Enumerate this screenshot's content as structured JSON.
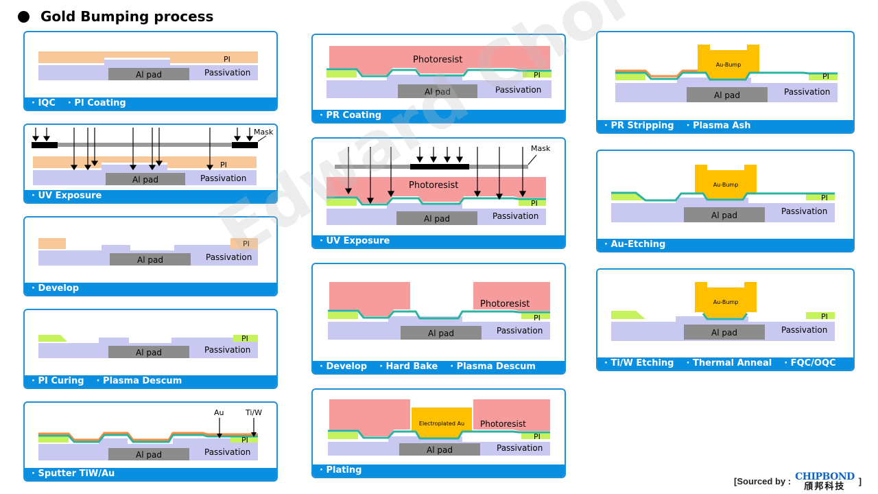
{
  "page": {
    "title": "Gold Bumping process"
  },
  "watermark": "Edward Choi",
  "source": {
    "prefix": "[Sourced by :",
    "suffix": "]",
    "logo_en": "CHIPBOND",
    "logo_zh": "頎邦科技"
  },
  "labels": {
    "pi": "PI",
    "passivation": "Passivation",
    "alpad": "Al pad",
    "mask": "Mask",
    "photoresist": "Photoresist",
    "aubump": "Au-Bump",
    "au": "Au",
    "tiw": "Ti/W",
    "electroplated": "Electroplated Au"
  },
  "steps": [
    {
      "id": "iqc",
      "captions": [
        "· IQC",
        "· PI Coating"
      ]
    },
    {
      "id": "uv1",
      "captions": [
        "· UV Exposure"
      ]
    },
    {
      "id": "develop1",
      "captions": [
        "· Develop"
      ]
    },
    {
      "id": "picuring",
      "captions": [
        "· PI Curing",
        "· Plasma Descum"
      ]
    },
    {
      "id": "sputter",
      "captions": [
        "· Sputter TiW/Au"
      ]
    },
    {
      "id": "prcoat",
      "captions": [
        "· PR Coating"
      ]
    },
    {
      "id": "uv2",
      "captions": [
        "· UV Exposure"
      ]
    },
    {
      "id": "develop2",
      "captions": [
        "· Develop",
        "· Hard Bake",
        "· Plasma Descum"
      ]
    },
    {
      "id": "plating",
      "captions": [
        "· Plating"
      ]
    },
    {
      "id": "prstrip",
      "captions": [
        "· PR Stripping",
        "· Plasma Ash"
      ]
    },
    {
      "id": "auetch",
      "captions": [
        "· Au-Etching"
      ]
    },
    {
      "id": "tiwetch",
      "captions": [
        "· Ti/W Etching",
        "· Thermal Anneal",
        "· FQC/OQC"
      ]
    }
  ],
  "colors": {
    "border": "#1e90d8",
    "caption_bg": "#0a8fe0",
    "substrate": "#c8c8f0",
    "pi_coat": "#f9c89a",
    "pi_cured": "#c6f25c",
    "alpad": "#8c8c8c",
    "photoresist": "#f79c9c",
    "gold": "#ffc000",
    "tiw": "#2ab4a0",
    "au_layer": "#ff8a3c",
    "mask": "#000000",
    "mask_bar": "#999999"
  }
}
